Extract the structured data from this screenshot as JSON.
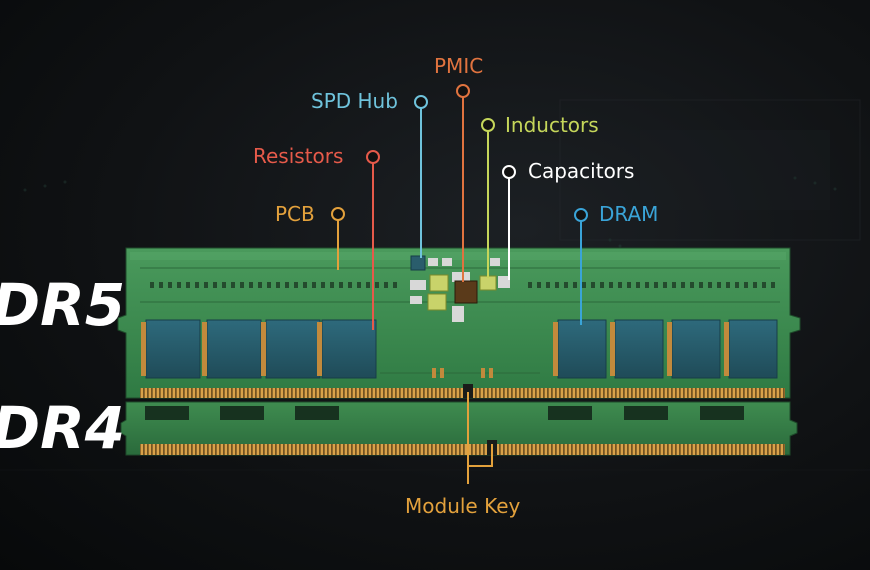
{
  "generations": [
    {
      "id": "ddr5",
      "text": "DR5"
    },
    {
      "id": "ddr4",
      "text": "DR4"
    }
  ],
  "callouts": [
    {
      "id": "pmic",
      "label": "PMIC",
      "color": "#e0733f"
    },
    {
      "id": "spd-hub",
      "label": "SPD Hub",
      "color": "#6fc3dc"
    },
    {
      "id": "inductors",
      "label": "Inductors",
      "color": "#c5d65a"
    },
    {
      "id": "resistors",
      "label": "Resistors",
      "color": "#e65a4a"
    },
    {
      "id": "capacitors",
      "label": "Capacitors",
      "color": "#ffffff"
    },
    {
      "id": "pcb",
      "label": "PCB",
      "color": "#e3a13c"
    },
    {
      "id": "dram",
      "label": "DRAM",
      "color": "#3aa4d8"
    },
    {
      "id": "module-key",
      "label": "Module Key",
      "color": "#e3a13c"
    }
  ],
  "colors": {
    "pcb_green": "#3b8a4f",
    "pcb_dark": "#2a6a3b",
    "chip": "#2a5d6c",
    "gold": "#c8953e"
  }
}
